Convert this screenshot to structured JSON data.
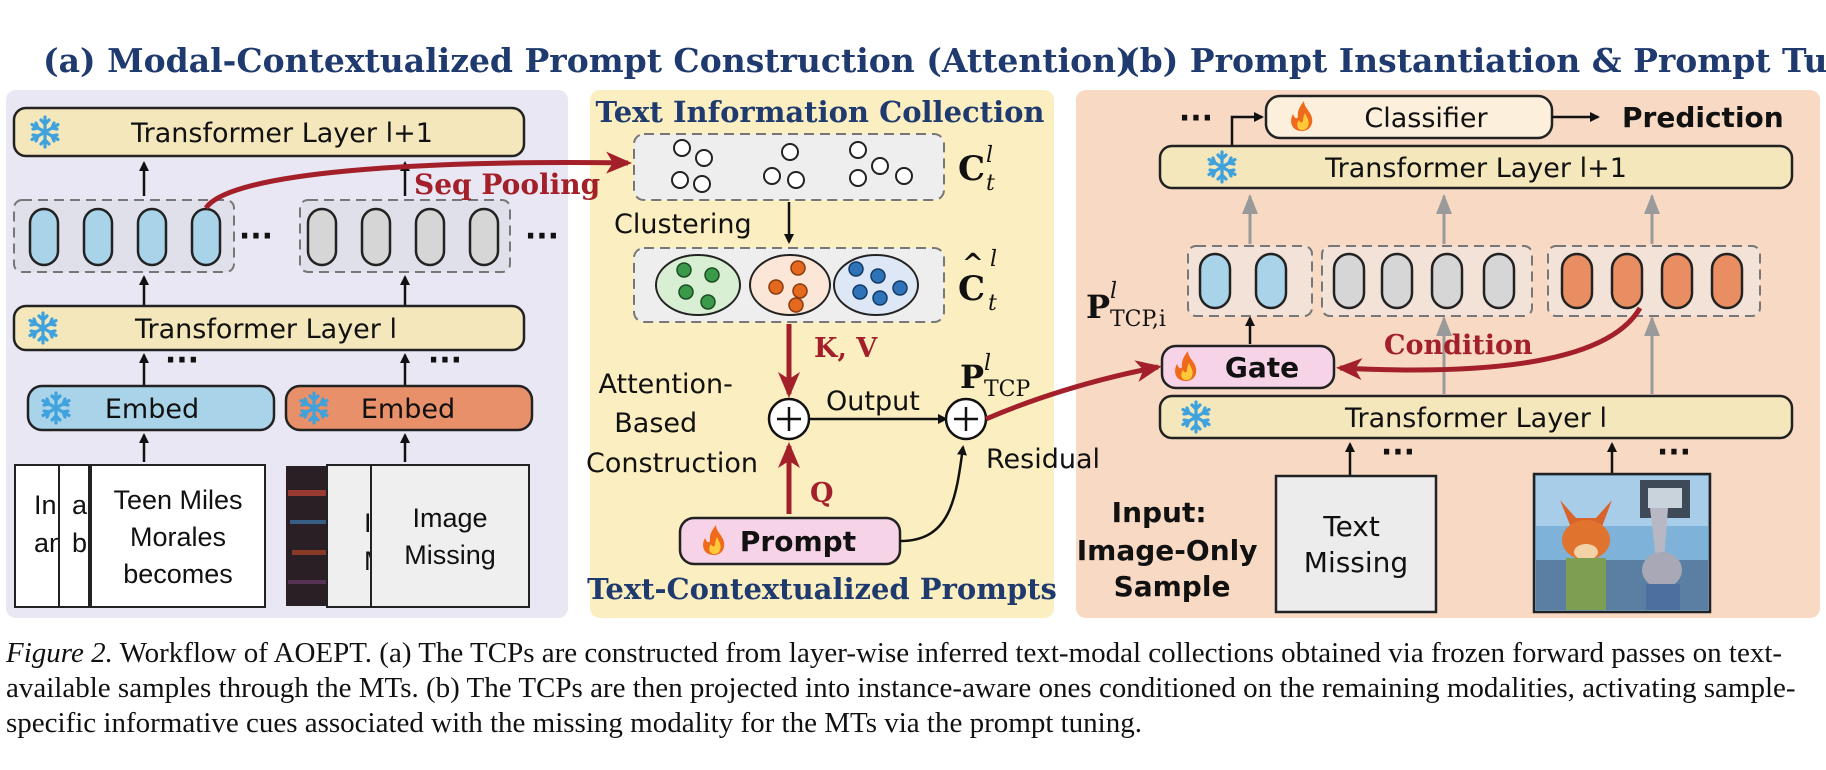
{
  "panel_a": {
    "title": "(a) Modal-Contextualized Prompt Construction (Attention)",
    "layer_next": "Transformer Layer l+1",
    "layer_cur": "Transformer Layer l",
    "embed_text": "Embed",
    "embed_image": "Embed",
    "seq_pooling": "Seq Pooling",
    "dots": "···",
    "text_card_front": "Teen Miles\nMorales\nbecomes",
    "text_card_back1": "In\nan",
    "text_card_back2": "a\nbu",
    "image_card_front": "Image\nMissing",
    "image_card_back": "I\nM"
  },
  "panel_mid": {
    "title": "Text Information Collection",
    "clustering": "Clustering",
    "c_label": "C",
    "kv": "K, V",
    "q": "Q",
    "attention": "Attention-\nBased\nConstruction",
    "output": "Output",
    "residual": "Residual",
    "p_tcp": "P",
    "p_tcp_sub": "TCP",
    "sup_l": "l",
    "sub_t": "t",
    "prompt": "Prompt",
    "bottom_title": "Text-Contextualized Prompts"
  },
  "panel_b": {
    "title": "(b) Prompt Instantiation & Prompt Tuning",
    "classifier": "Classifier",
    "prediction": "Prediction",
    "layer_next": "Transformer Layer l+1",
    "layer_cur": "Transformer Layer l",
    "gate": "Gate",
    "condition": "Condition",
    "p_tcp_i": "P",
    "p_tcp_i_sub": "TCP,i",
    "input_label": "Input:\nImage-Only\nSample",
    "text_missing": "Text\nMissing",
    "dots": "···"
  },
  "caption": {
    "label": "Figure 2.",
    "text": " Workflow of AOEPT. (a) The TCPs are constructed from layer-wise inferred text-modal collections obtained via frozen forward passes on text-available samples through the MTs. (b) The TCPs are then projected into instance-aware ones conditioned on the remaining modalities, activating sample-specific informative cues associated with the missing modality for the MTs via the prompt tuning."
  },
  "colors": {
    "title_blue": "#1f3a6e",
    "red": "#a3202a",
    "panel_a_bg": "#e9e7f3",
    "panel_mid_bg": "#fbeec0",
    "panel_b_bg": "#f7d9c4",
    "layer_fill": "#f4e7bc",
    "blue_token": "#a9d3e8",
    "grey_token": "#d6d6d6",
    "orange_token": "#e98e63",
    "embed_blue": "#a9d3e8",
    "embed_orange": "#e8906a",
    "prompt_pink": "#f6d3e6",
    "green_cluster": "#3a9a4a",
    "orange_cluster": "#e4691f",
    "blue_cluster": "#2e73b8"
  }
}
